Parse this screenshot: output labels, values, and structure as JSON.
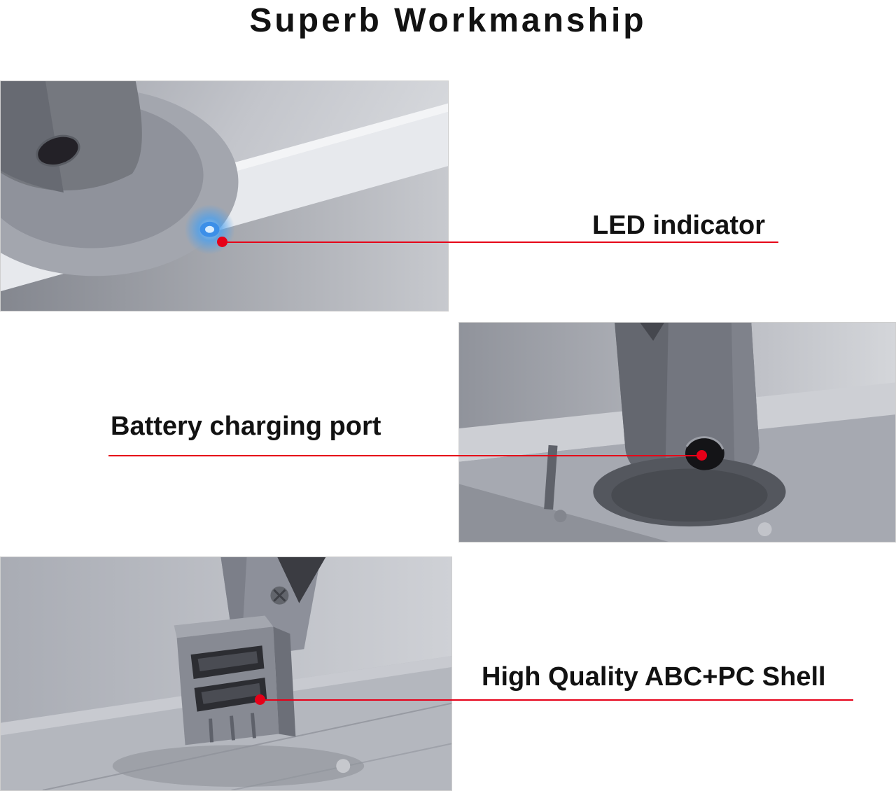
{
  "title": "Superb Workmanship",
  "colors": {
    "accent": "#e60018",
    "led_blue": "#3c8fe8",
    "text": "#121212"
  },
  "callouts": [
    {
      "label": "LED indicator"
    },
    {
      "label": "Battery charging port"
    },
    {
      "label": "High Quality ABC+PC Shell"
    }
  ],
  "photos": [
    {
      "name": "led-indicator-photo"
    },
    {
      "name": "battery-charging-port-photo"
    },
    {
      "name": "abs-pc-shell-photo"
    }
  ]
}
